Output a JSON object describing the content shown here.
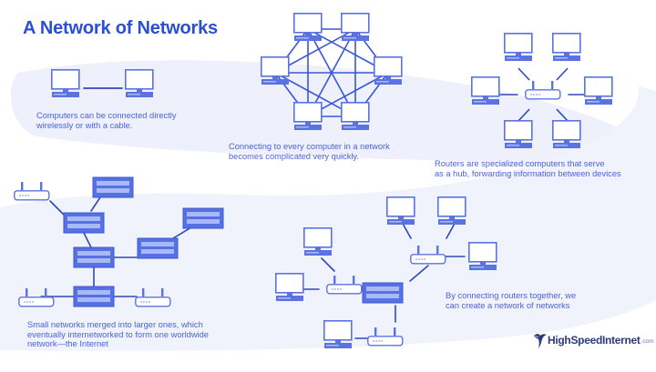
{
  "title": "A Network of Networks",
  "colors": {
    "primary": "#2a4fd6",
    "icon_stroke": "#5b73e0",
    "icon_fill": "#ffffff",
    "server_fill": "#5671e3",
    "server_slot": "#a9b9f5",
    "cable": "#2f49b8",
    "mesh_cable": "#3b57d9",
    "swoosh": "#eef0fb",
    "caption": "#4b63d9"
  },
  "panels": [
    {
      "id": "direct",
      "caption_lines": [
        "Computers can be connected directly",
        "wirelessly or with a cable."
      ]
    },
    {
      "id": "mesh",
      "caption_lines": [
        "Connecting to every computer in a network",
        "becomes complicated very quickly."
      ]
    },
    {
      "id": "router-hub",
      "caption_lines": [
        "Routers are specialized computers that serve",
        "as a hub, forwarding information between devices"
      ]
    },
    {
      "id": "internet",
      "caption_lines": [
        "Small networks merged into larger ones, which",
        "eventually internetworked to form one worldwide",
        "network—the Internet"
      ]
    },
    {
      "id": "network-of-networks",
      "caption_lines": [
        "By connecting routers together, we",
        "can create a network of networks"
      ]
    }
  ],
  "logo": {
    "name": "HighSpeedInternet",
    "tld": ".com",
    "icon": "bird-icon"
  },
  "icons": {
    "computer": "computer-icon",
    "router": "router-icon",
    "server": "server-icon"
  }
}
